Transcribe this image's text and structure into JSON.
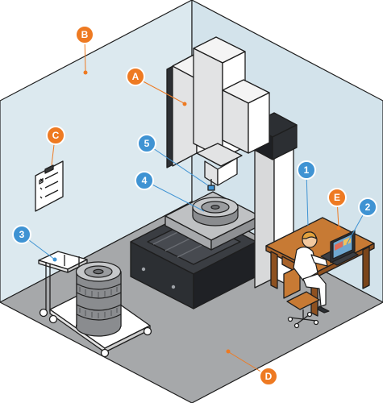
{
  "callouts": {
    "A": "A",
    "B": "B",
    "C": "C",
    "D": "D",
    "E": "E",
    "n1": "1",
    "n2": "2",
    "n3": "3",
    "n4": "4",
    "n5": "5"
  },
  "colors": {
    "orange": "#EE7A22",
    "blue": "#3F93D3",
    "wall": "#DCE9EF",
    "floor": "#A6A8AA",
    "dark": "#2C2F33",
    "outline": "#1E1E1E"
  },
  "icons": [
    "clipboard-icon",
    "person-icon",
    "laptop-icon",
    "chair-icon"
  ]
}
